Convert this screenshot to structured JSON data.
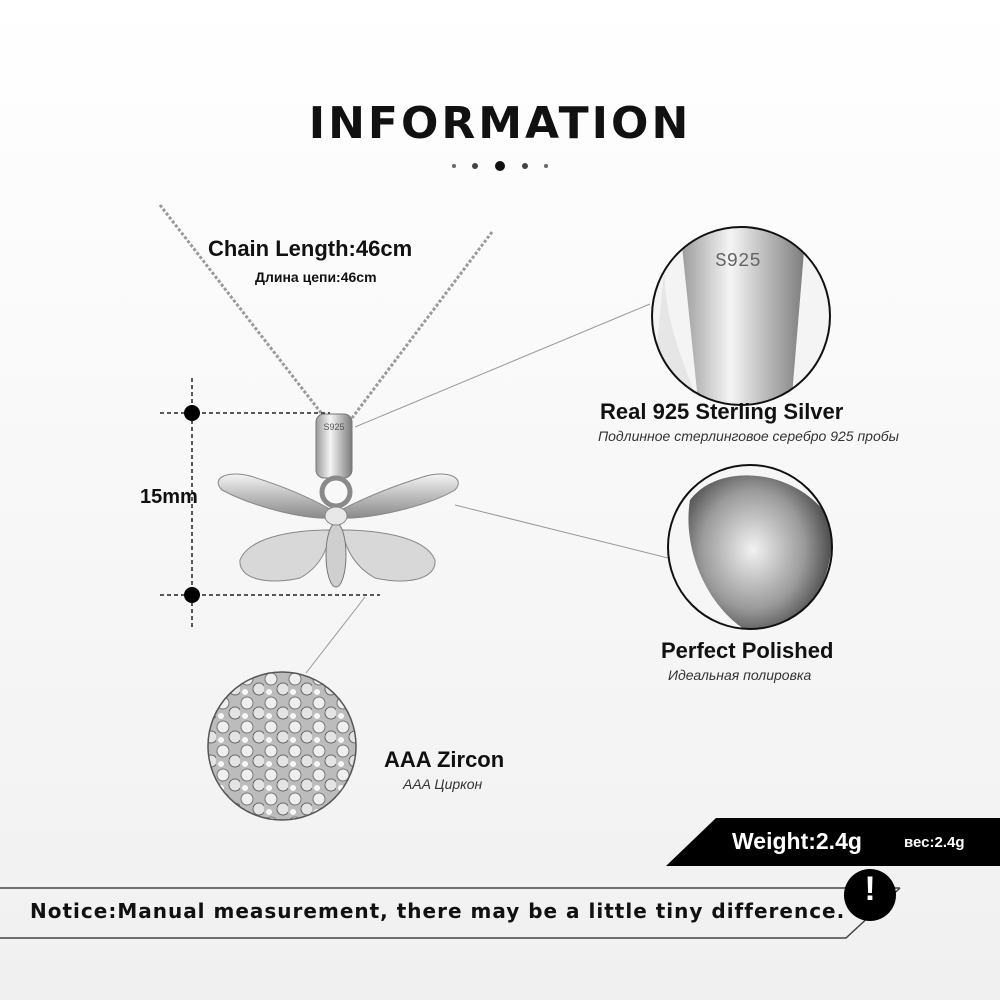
{
  "heading": {
    "title": "INFORMATION"
  },
  "chain": {
    "label_en": "Chain Length:46cm",
    "label_ru": "Длина цепи:46cm"
  },
  "dimension": {
    "label": "15mm"
  },
  "features": {
    "silver": {
      "label_en": "Real 925  Sterling  Silver",
      "label_ru": "Подлинное стерлинговое серебро 925 пробы",
      "stamp": "S925"
    },
    "polish": {
      "label_en": "Perfect  Polished",
      "label_ru": "Идеальная полировка"
    },
    "zircon": {
      "label_en": "AAA  Zircon",
      "label_ru": "AAA Циркон"
    }
  },
  "weight": {
    "label_en": "Weight:2.4g",
    "label_ru": "вес:2.4g"
  },
  "notice": {
    "text": "Notice:Manual measurement, there may be a little tiny difference.",
    "icon_glyph": "!"
  },
  "colors": {
    "text": "#111111",
    "silver": "#c8c8c8",
    "accent_black": "#000000"
  }
}
